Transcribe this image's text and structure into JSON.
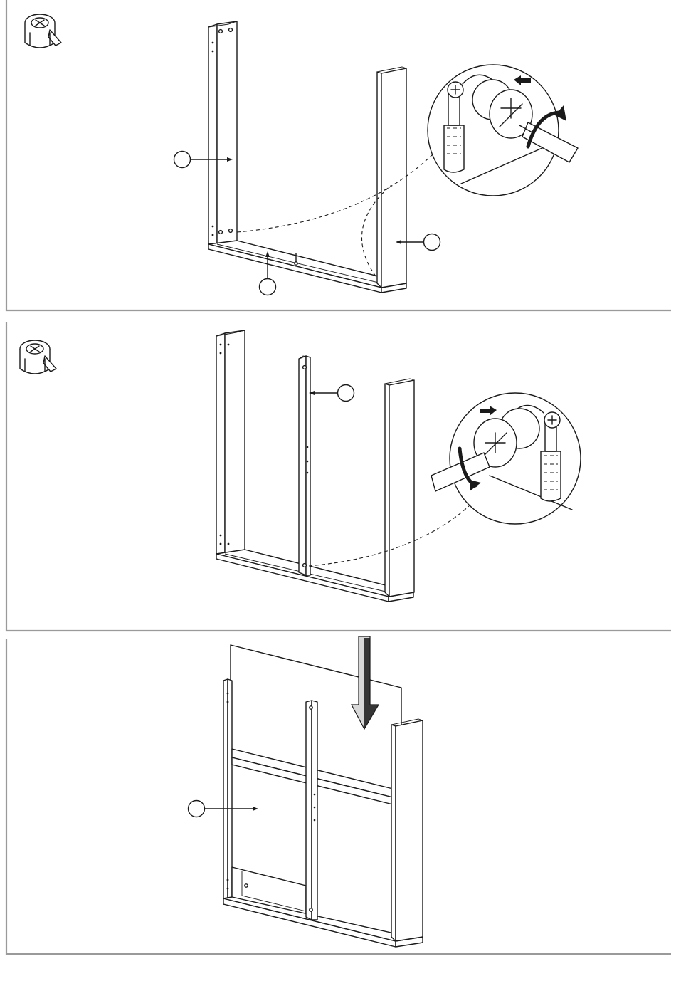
{
  "steps": [
    {
      "id": "step-1",
      "hardware_icon": "cam-lock-fitting-icon",
      "part_callouts": [
        "",
        "",
        ""
      ],
      "detail": "cam-lock-clockwise-icon"
    },
    {
      "id": "step-2",
      "hardware_icon": "cam-lock-fitting-icon",
      "part_callouts": [
        ""
      ],
      "detail": "cam-lock-counterclockwise-icon"
    },
    {
      "id": "step-3",
      "part_callouts": [
        ""
      ],
      "insert_arrow": "down-arrow-icon"
    }
  ],
  "colors": {
    "ink": "#1a1a1a",
    "frame": "#9a9a9a",
    "background": "#ffffff"
  }
}
